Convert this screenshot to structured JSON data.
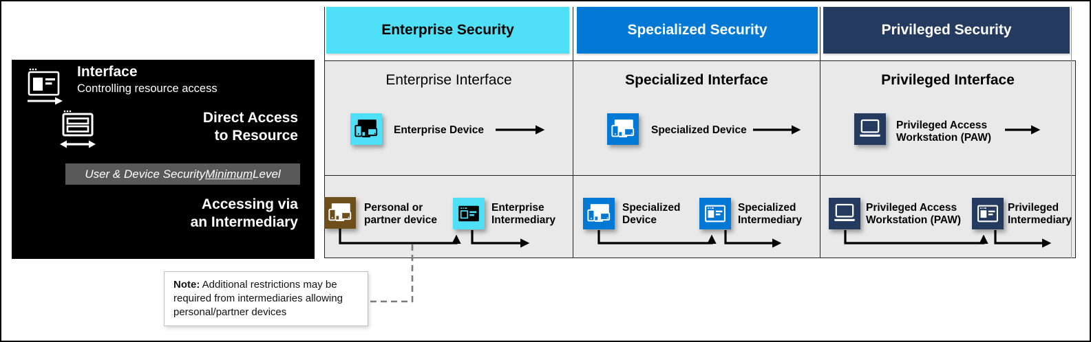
{
  "colors": {
    "cyan": "#4FE0F7",
    "blue": "#0078D4",
    "navy": "#243A5E",
    "brown": "#6E4F1C",
    "black": "#000000",
    "white": "#FFFFFF",
    "cell_gray": "#E9E9E9",
    "label_gray": "#595959",
    "dashed_gray": "#7A7A7A"
  },
  "headers": [
    {
      "id": "enterprise",
      "label": "Enterprise Security"
    },
    {
      "id": "specialized",
      "label": "Specialized Security"
    },
    {
      "id": "privileged",
      "label": "Privileged Security"
    }
  ],
  "legend": {
    "interface_title": "Interface",
    "interface_subtitle": "Controlling resource access",
    "direct_access": {
      "line1": "Direct Access",
      "line2": "to Resource"
    },
    "minimum_level": {
      "prefix": "User & Device Security ",
      "underlined": "Minimum",
      "suffix": " Level"
    },
    "intermediary": {
      "line1": "Accessing via",
      "line2": "an Intermediary"
    }
  },
  "columns": [
    {
      "interface_title": "Enterprise Interface",
      "direct_label": "Enterprise Device",
      "via_device": {
        "line1": "Personal or",
        "line2": "partner device"
      },
      "via_intermediary": {
        "line1": "Enterprise",
        "line2": "Intermediary"
      }
    },
    {
      "interface_title": "Specialized Interface",
      "direct_label": "Specialized Device",
      "via_device": {
        "line1": "Specialized",
        "line2": "Device"
      },
      "via_intermediary": {
        "line1": "Specialized",
        "line2": "Intermediary"
      }
    },
    {
      "interface_title": "Privileged Interface",
      "direct_label_line1": "Privileged Access",
      "direct_label_line2": "Workstation (PAW)",
      "via_device": {
        "line1": "Privileged Access",
        "line2": "Workstation (PAW)"
      },
      "via_intermediary": {
        "line1": "Privileged",
        "line2": "Intermediary"
      }
    }
  ],
  "note": {
    "label": "Note:",
    "text": " Additional restrictions may be required from intermediaries allowing personal/partner devices"
  }
}
